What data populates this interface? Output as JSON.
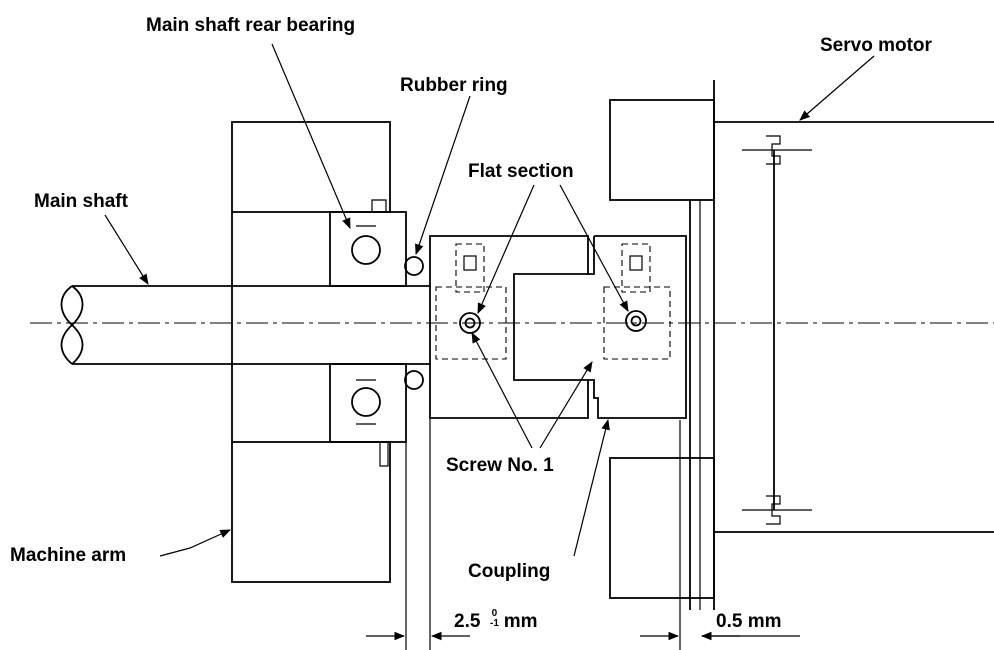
{
  "labels": {
    "main_shaft_rear_bearing": "Main shaft rear bearing",
    "rubber_ring": "Rubber ring",
    "servo_motor": "Servo motor",
    "flat_section": "Flat section",
    "main_shaft": "Main shaft",
    "screw_no_1": "Screw No. 1",
    "machine_arm": "Machine arm",
    "coupling": "Coupling"
  },
  "dimensions": {
    "gap_1": {
      "value": "2.5",
      "tol_upper": "0",
      "tol_lower": "-1",
      "unit": "mm"
    },
    "gap_2": "0.5 mm"
  }
}
